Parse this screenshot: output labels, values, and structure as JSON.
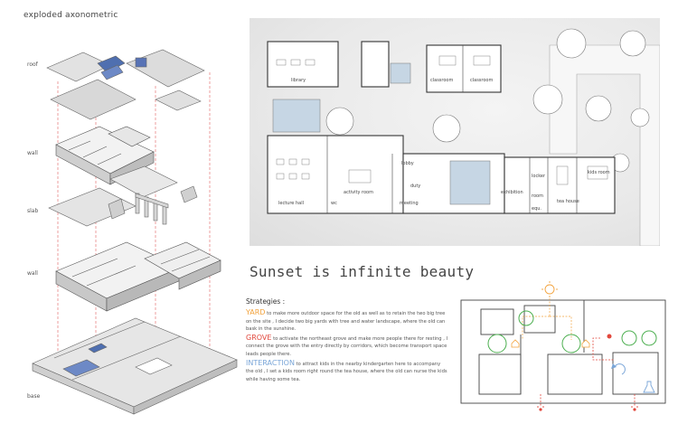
{
  "exploded": {
    "title": "exploded axonometric",
    "layers": {
      "roof": "roof",
      "wall1": "wall",
      "slab": "slab",
      "wall2": "wall",
      "base": "base"
    }
  },
  "plan": {
    "rooms": {
      "library": "library",
      "classroom1": "classroom",
      "classroom2": "classroom",
      "lobby": "lobby",
      "lecture_hall": "lecture hall",
      "activity_room": "activity room",
      "meeting": "meeting",
      "duty": "duty",
      "exhibition": "exhibition",
      "locker": "locker",
      "room": "room",
      "tea_house": "tea house",
      "kids_room": "kids room",
      "toilet": "wc",
      "equip": "equ."
    }
  },
  "slogan": "Sunset is infinite beauty",
  "strategies": {
    "heading": "Strategies :",
    "yard_kw": "YARD",
    "yard_text": "to make more outdoor space for the old as well as to retain the two big tree on the site , I decide two big yards with tree and water landscape, where the old can bask in the sunshine.",
    "grove_kw": "GROVE",
    "grove_text": "to activate the northeast grove and make more people there for resting , I connect the grove with the entry directly by corridors, which become transport space leads people there.",
    "interaction_kw": "INTERACTION",
    "interaction_text": "to attract kids in the nearby kindergarten here to accompany the old , I set a kids room right round the tea house, where the old can nurse the kids while having some tea."
  },
  "colors": {
    "yard": "#f2a23c",
    "grove": "#e2473c",
    "interaction": "#7aa6d8",
    "tree_green": "#4caf50",
    "water_blue": "#c6d6e4"
  },
  "icons": [
    "sun-icon",
    "house-icon",
    "cycle-icon",
    "paw-icon",
    "flask-icon"
  ]
}
